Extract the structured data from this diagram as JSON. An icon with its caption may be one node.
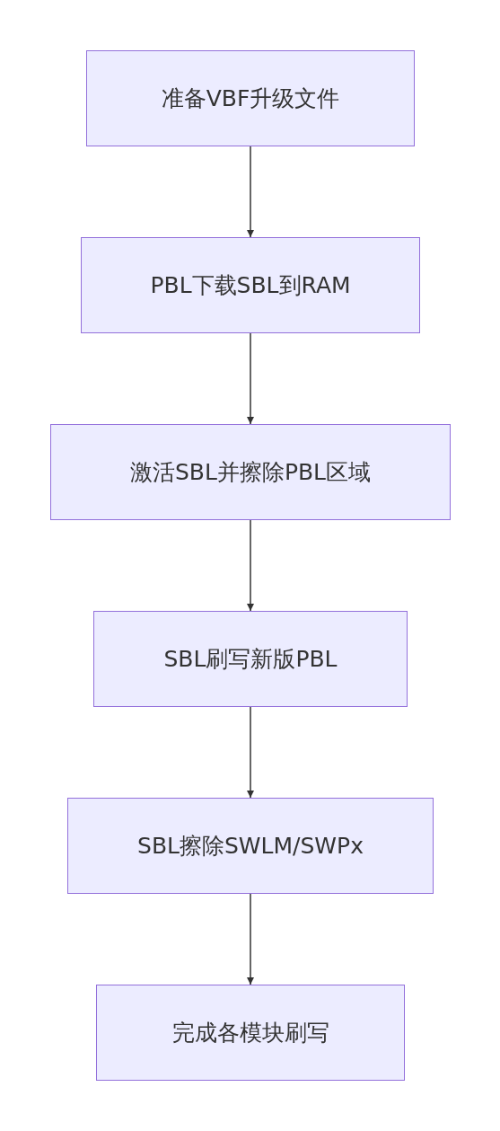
{
  "diagram": {
    "nodes": [
      {
        "text": [
          "准备VBF升级文件"
        ]
      },
      {
        "text": [
          "PBL下载SBL到RAM"
        ]
      },
      {
        "text": [
          "激活SBL并擦除PBL区域"
        ]
      },
      {
        "text": [
          "SBL刷写新版PBL"
        ]
      },
      {
        "text": [
          "SBL擦除SWLM/SWPx"
        ]
      },
      {
        "text": [
          "完成各模块刷写"
        ]
      }
    ],
    "edges": [
      {
        "from": 0,
        "to": 1,
        "arrow": "to"
      },
      {
        "from": 1,
        "to": 2,
        "arrow": "to"
      },
      {
        "from": 2,
        "to": 3,
        "arrow": "to"
      },
      {
        "from": 3,
        "to": 4,
        "arrow": "to"
      },
      {
        "from": 4,
        "to": 5,
        "arrow": "to"
      }
    ]
  }
}
